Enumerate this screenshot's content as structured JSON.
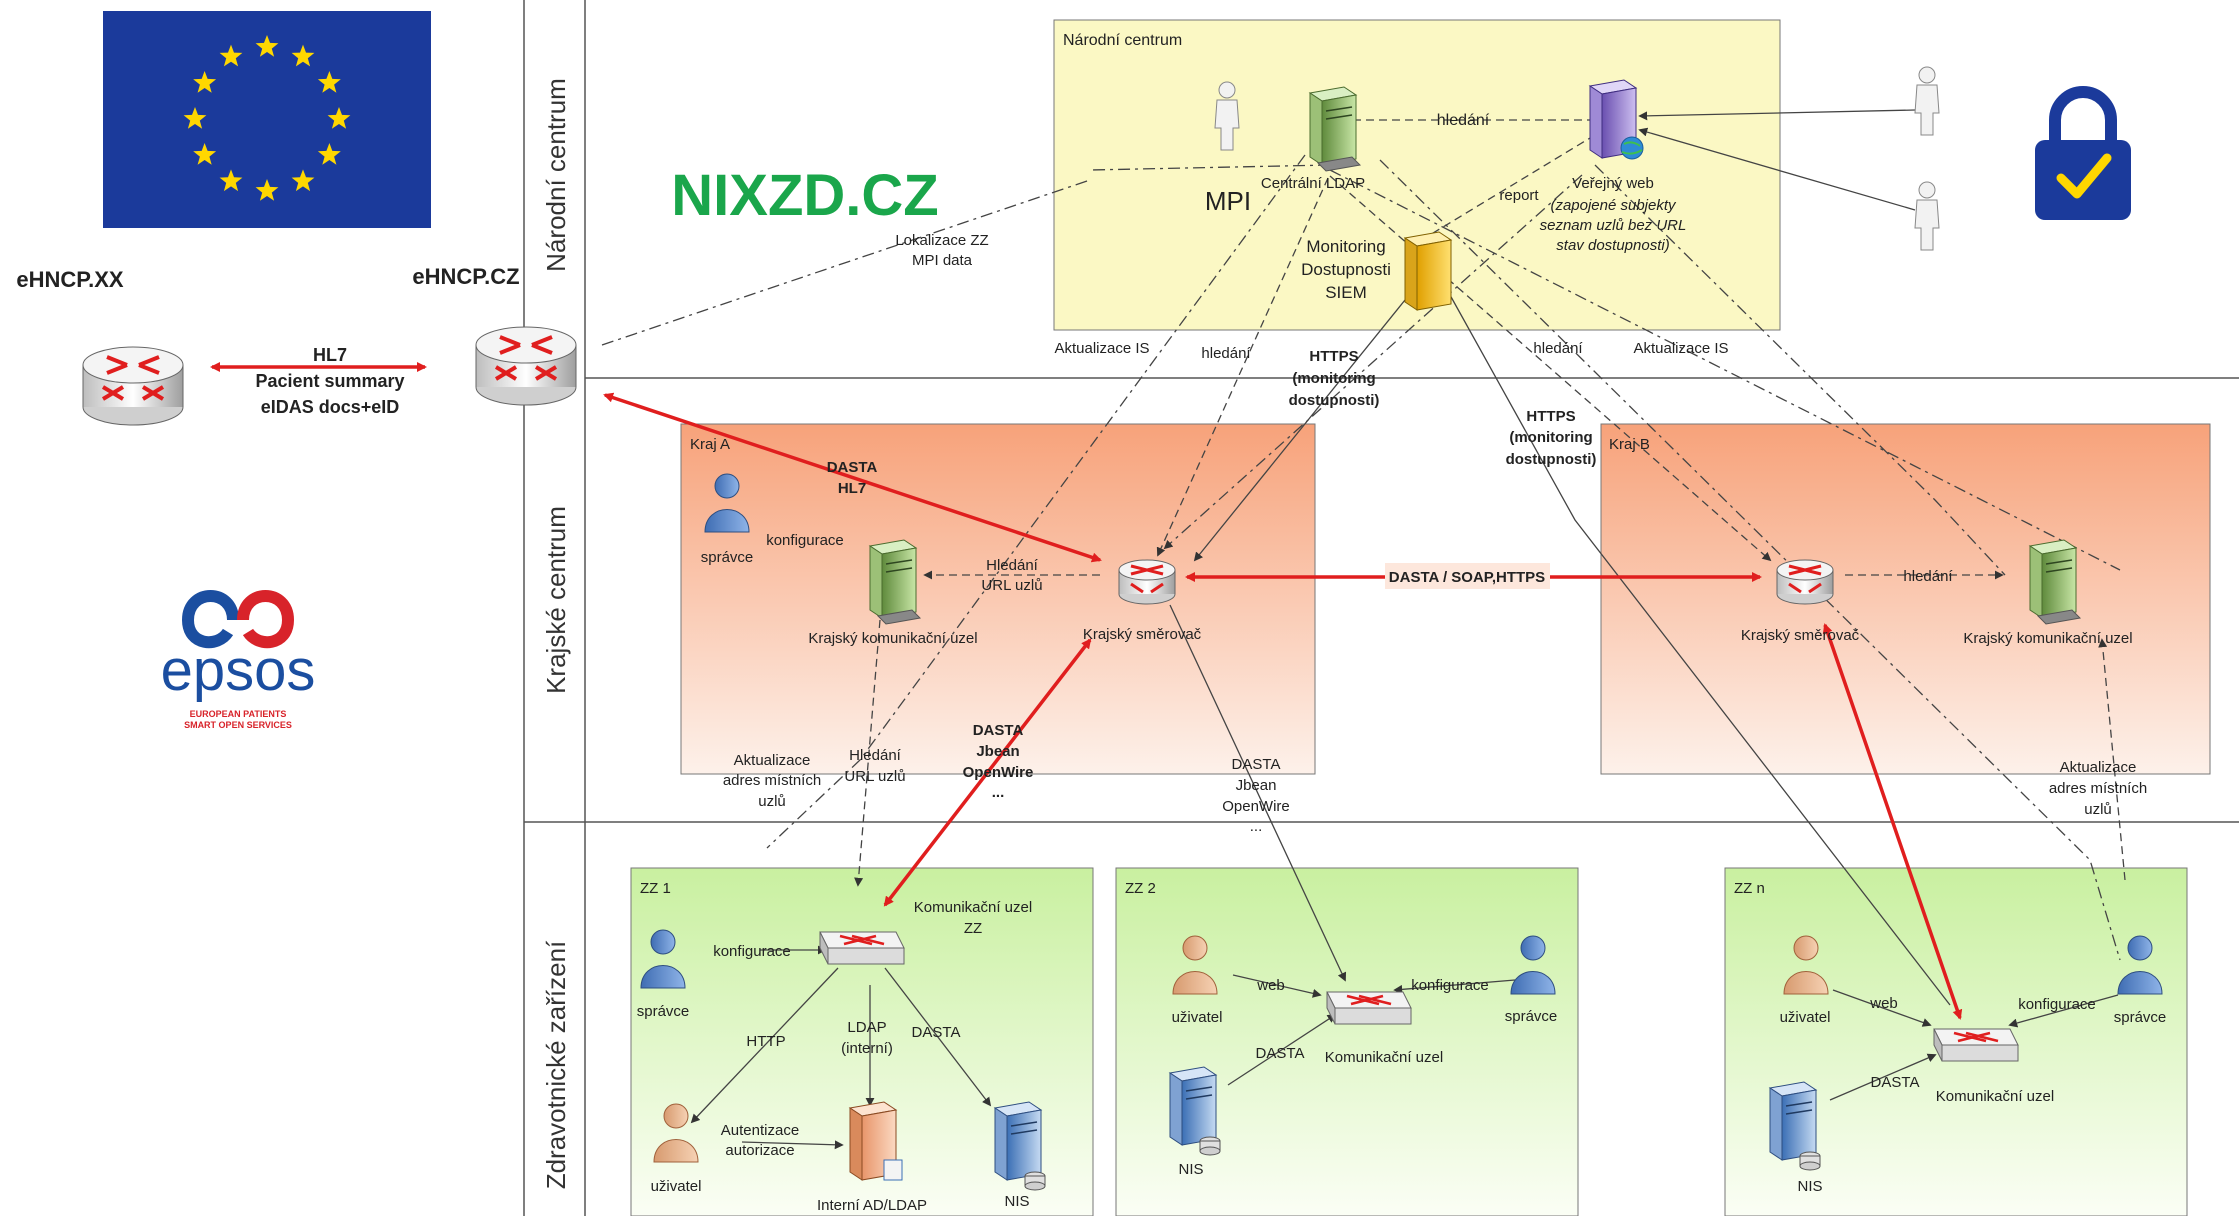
{
  "lanes": {
    "narodni": "Národní centrum",
    "krajske": "Krajské centrum",
    "zz": "Zdravotnické zařízení"
  },
  "logos": {
    "nixzd": "NIXZD.CZ",
    "epsos": "epsos",
    "epsos_sub1": "EUROPEAN PATIENTS",
    "epsos_sub2": "SMART OPEN SERVICES"
  },
  "ehncp": {
    "xx": "eHNCP.XX",
    "cz": "eHNCP.CZ",
    "link1": "HL7",
    "link2": "Pacient summary",
    "link3": "eIDAS docs+eID"
  },
  "national": {
    "title": "Národní centrum",
    "mpi": "MPI",
    "ldap": "Centrální LDAP",
    "hledani": "hledání",
    "report": "report",
    "web1": "Veřejný web",
    "web2": "(zapojené subjekty",
    "web3": "seznam uzlů bez URL",
    "web4": "stav dostupnosti)",
    "mon1": "Monitoring",
    "mon2": "Dostupnosti",
    "mon3": "SIEM",
    "lokal1": "Lokalizace ZZ",
    "lokal2": "MPI data"
  },
  "mid": {
    "aktIS_a": "Aktualizace IS",
    "hledani_a": "hledání",
    "https_a1": "HTTPS",
    "https_a2": "(monitoring",
    "https_a3": "dostupnosti)",
    "hledani_b": "hledání",
    "aktIS_b": "Aktualizace IS",
    "https_b1": "HTTPS",
    "https_b2": "(monitoring",
    "https_b3": "dostupnosti)"
  },
  "krajA": {
    "title": "Kraj A",
    "dasta1": "DASTA",
    "dasta2": "HL7",
    "spravce": "správce",
    "konfigurace": "konfigurace",
    "hledani1": "Hledání",
    "hledani2": "URL uzlů",
    "uzel": "Krajský komunikační uzel",
    "smerovac": "Krajský směrovač",
    "akt1": "Aktualizace",
    "akt2": "adres místních",
    "akt3": "uzlů",
    "hl1": "Hledání",
    "hl2": "URL uzlů",
    "d1": "DASTA",
    "d2": "Jbean",
    "d3": "OpenWire",
    "d4": "...",
    "e1": "DASTA",
    "e2": "Jbean",
    "e3": "OpenWire",
    "e4": "..."
  },
  "interkraj": "DASTA / SOAP,HTTPS",
  "krajB": {
    "title": "Kraj B",
    "smerovac": "Krajský směrovač",
    "hledani": "hledání",
    "uzel": "Krajský komunikační uzel",
    "akt1": "Aktualizace",
    "akt2": "adres místních",
    "akt3": "uzlů"
  },
  "zz1": {
    "title": "ZZ 1",
    "spravce": "správce",
    "konfigurace": "konfigurace",
    "uzel1": "Komunikační uzel",
    "uzel2": "ZZ",
    "http": "HTTP",
    "ldap1": "LDAP",
    "ldap2": "(interní)",
    "dasta": "DASTA",
    "aut1": "Autentizace",
    "aut2": "autorizace",
    "uzivatel": "uživatel",
    "ad": "Interní AD/LDAP",
    "nis": "NIS"
  },
  "zz2": {
    "title": "ZZ 2",
    "uzivatel": "uživatel",
    "web": "web",
    "konfigurace": "konfigurace",
    "spravce": "správce",
    "dasta": "DASTA",
    "uzel": "Komunikační uzel",
    "nis": "NIS"
  },
  "zzn": {
    "title": "ZZ n",
    "uzivatel": "uživatel",
    "web": "web",
    "konfigurace": "konfigurace",
    "spravce": "správce",
    "dasta": "DASTA",
    "uzel": "Komunikační uzel",
    "nis": "NIS"
  },
  "colors": {
    "national_fill": "#fbf8c4",
    "kraj_top": "#f7a27a",
    "kraj_bottom": "#fdf1ea",
    "zz_top": "#c9f0a0",
    "zz_bottom": "#fbfef5",
    "red_link": "#e01e1e",
    "nixzd": "#1aa64b",
    "eu_blue": "#1b3a9b",
    "eu_star": "#ffd700"
  }
}
